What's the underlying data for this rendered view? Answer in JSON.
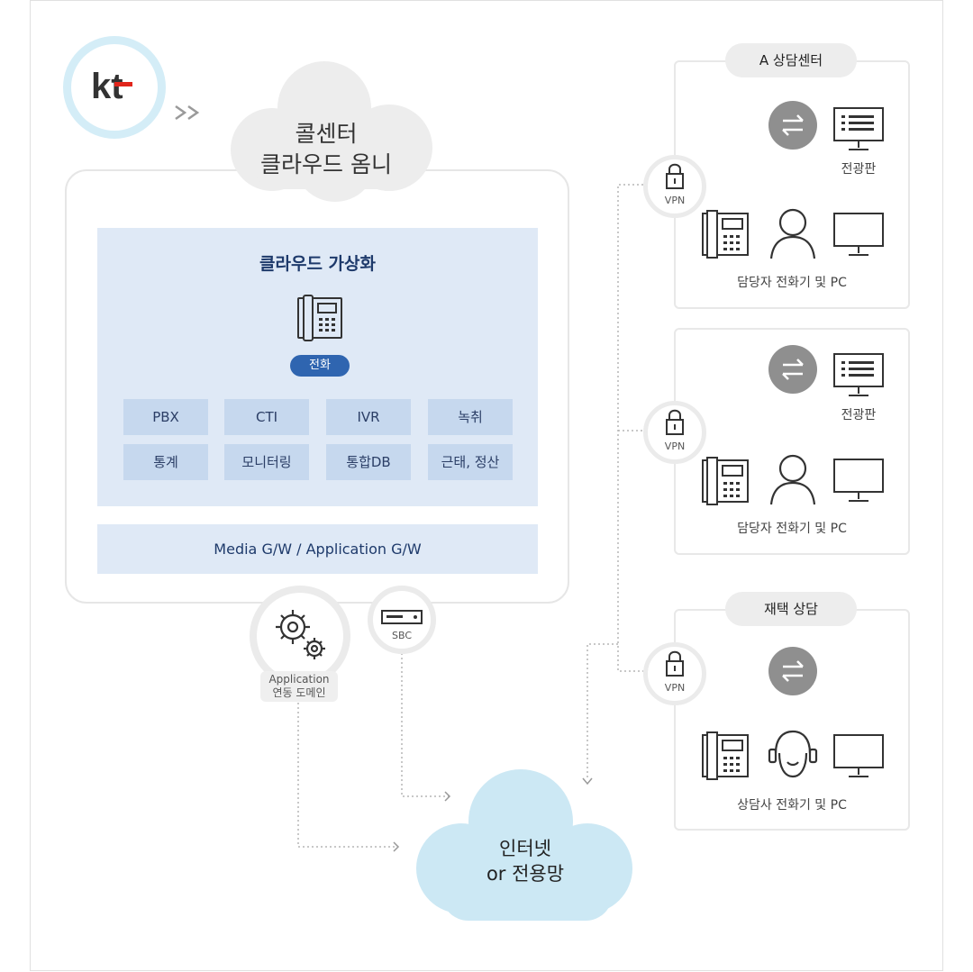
{
  "logo": {
    "text": "kt",
    "brand_color": "#333333",
    "accent_color": "#e1261c",
    "ring_color": "#d4edf7"
  },
  "cloud_center": {
    "line1": "콜센터",
    "line2": "클라우드 옴니"
  },
  "virtualization": {
    "title": "클라우드 가상화",
    "phone_icon": "desk-phone-icon",
    "pill_label": "전화",
    "modules": [
      "PBX",
      "CTI",
      "IVR",
      "녹취",
      "통계",
      "모니터링",
      "통합DB",
      "근태, 정산"
    ]
  },
  "gateway": {
    "label": "Media G/W / Application G/W"
  },
  "app_domain": {
    "icon": "gears-icon",
    "line1": "Application",
    "line2": "연동 도메인"
  },
  "sbc": {
    "icon": "server-icon",
    "label": "SBC"
  },
  "internet": {
    "line1": "인터넷",
    "line2": "or 전용망",
    "color": "#cce8f4"
  },
  "sites": [
    {
      "tag": "A 상담센터",
      "vpn": "VPN",
      "board_label": "전광판",
      "caption": "담당자 전화기 및 PC"
    },
    {
      "tag": "",
      "vpn": "VPN",
      "board_label": "전광판",
      "caption": "담당자 전화기 및 PC"
    },
    {
      "tag": "재택 상담",
      "vpn": "VPN",
      "board_label": "",
      "caption": "상담사 전화기 및 PC"
    }
  ],
  "colors": {
    "panel": "#dfe9f6",
    "module": "#c6d8ee",
    "pill": "#2f65b0",
    "title": "#1e3a6b",
    "transfer": "#8f8f8f"
  }
}
